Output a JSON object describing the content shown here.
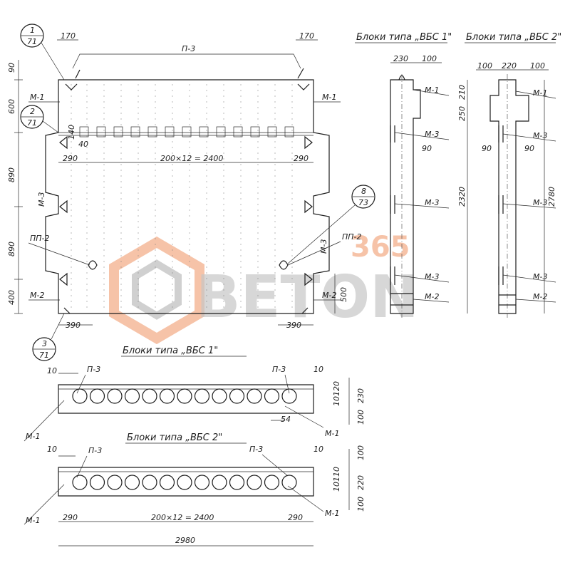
{
  "watermark": {
    "brand": "BETON",
    "number": "365",
    "color": "#f5b99a",
    "color_dark": "#9e9e9e"
  },
  "titles": {
    "side_vbs1": "Блоки типа „ВБС 1\"",
    "side_vbs2": "Блоки типа „ВБС 2\"",
    "plan_vbs1": "Блоки типа „ВБС 1\"",
    "plan_vbs2": "Блоки типа „ВБС 2\""
  },
  "callouts": {
    "c1": {
      "top": "1",
      "bottom": "71"
    },
    "c2": {
      "top": "2",
      "bottom": "71"
    },
    "c3": {
      "top": "3",
      "bottom": "71"
    },
    "c8": {
      "top": "8",
      "bottom": "73"
    }
  },
  "labels": {
    "p3": "П-3",
    "m1": "М-1",
    "m2": "М-2",
    "m3": "М-3",
    "pp2": "ПП-2"
  },
  "dims": {
    "d170": "170",
    "d90": "90",
    "d600": "600",
    "d890": "890",
    "d400": "400",
    "d290": "290",
    "d390": "390",
    "d500": "500",
    "d140": "140",
    "d40": "40",
    "span": "200×12 = 2400",
    "d230": "230",
    "d100": "100",
    "d210": "210",
    "d250": "250",
    "d2320": "2320",
    "d2780": "2780",
    "d220": "220",
    "d10": "10",
    "d10120": "10120",
    "d10110": "10110",
    "d54": "54",
    "d2980": "2980"
  }
}
